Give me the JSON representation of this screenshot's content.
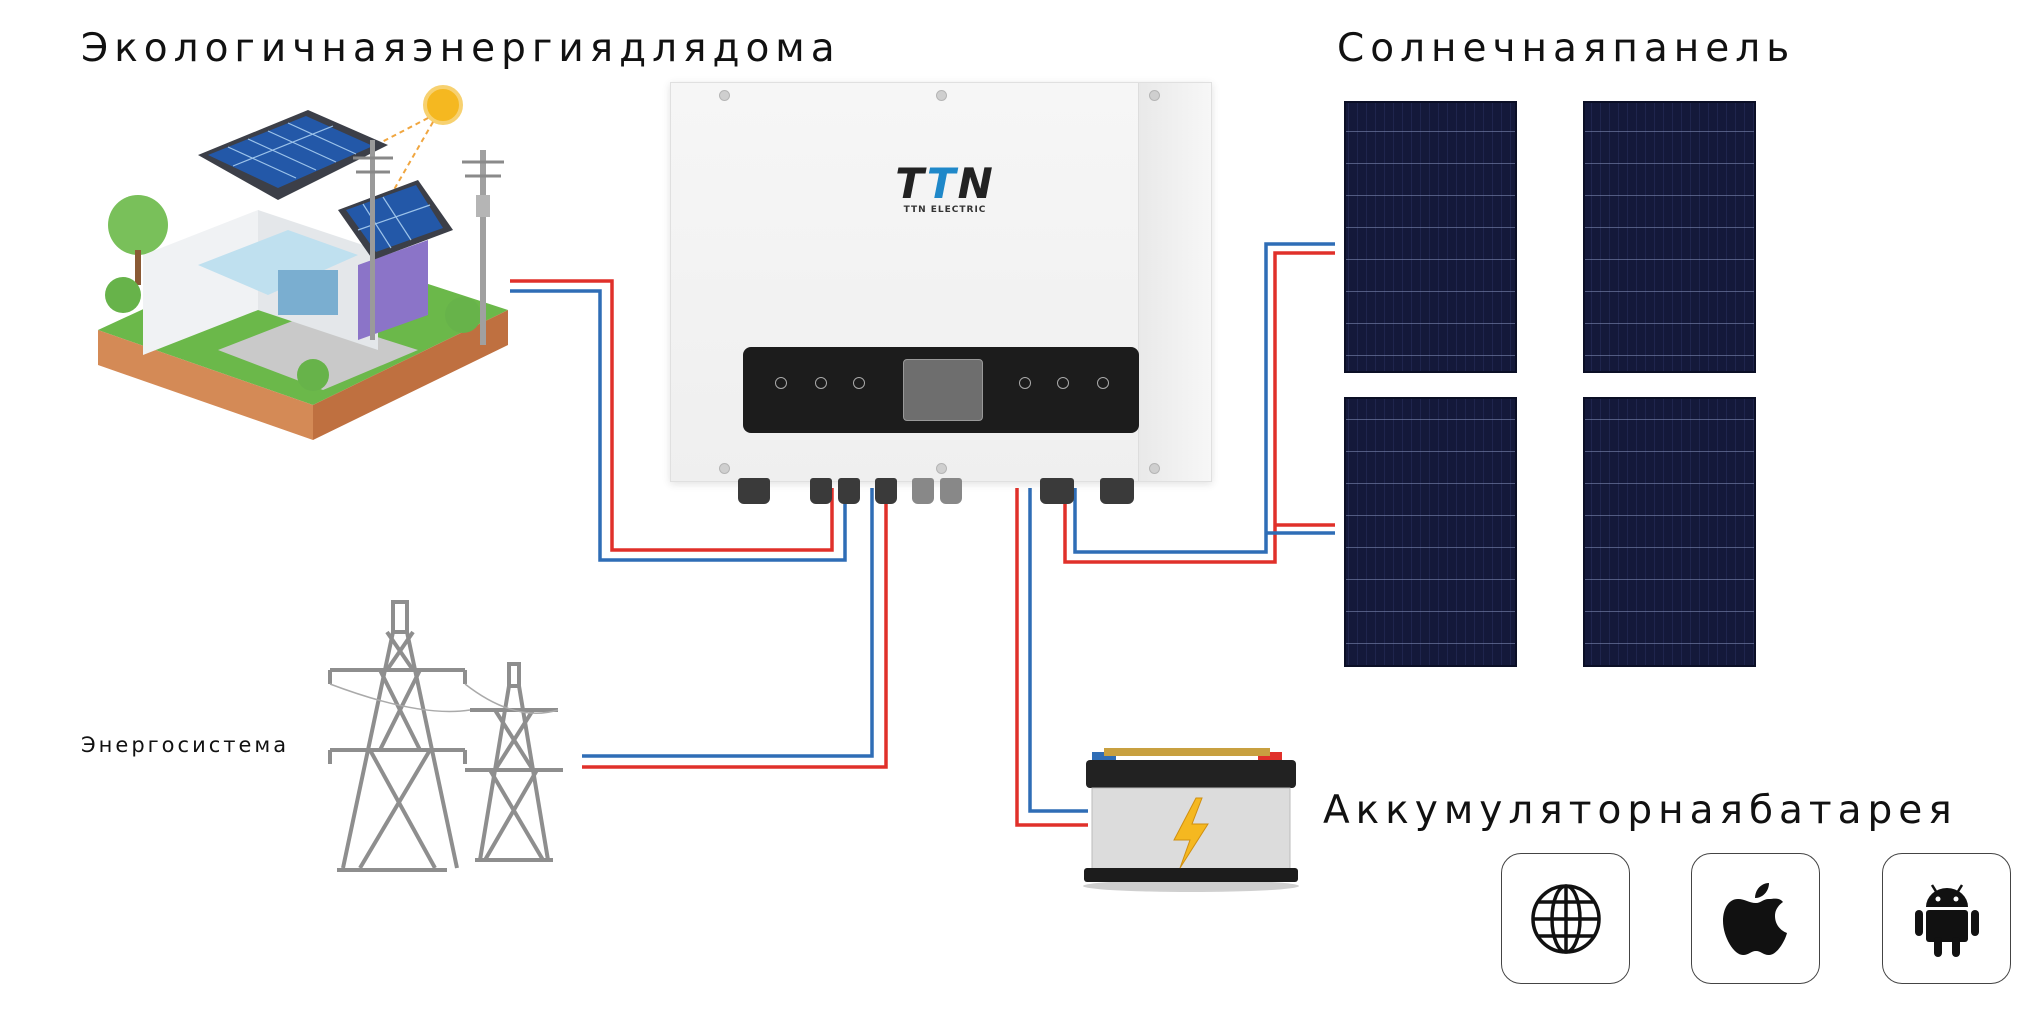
{
  "labels": {
    "home_title": "Экологичнаяэнергиядлядома",
    "solar_title": "Солнечнаяпанель",
    "battery_title": "Аккумуляторнаябатарея",
    "grid_label": "Энергосистема"
  },
  "inverter": {
    "brand": "TTN",
    "brand_sub": "TTN ELECTRIC"
  },
  "app_icons": [
    "globe-icon",
    "apple-icon",
    "android-icon"
  ],
  "colors": {
    "wire_positive": "#e0302a",
    "wire_negative": "#2f6db6",
    "panel_cell": "#14193a",
    "logo_accent": "#1f88c9"
  }
}
